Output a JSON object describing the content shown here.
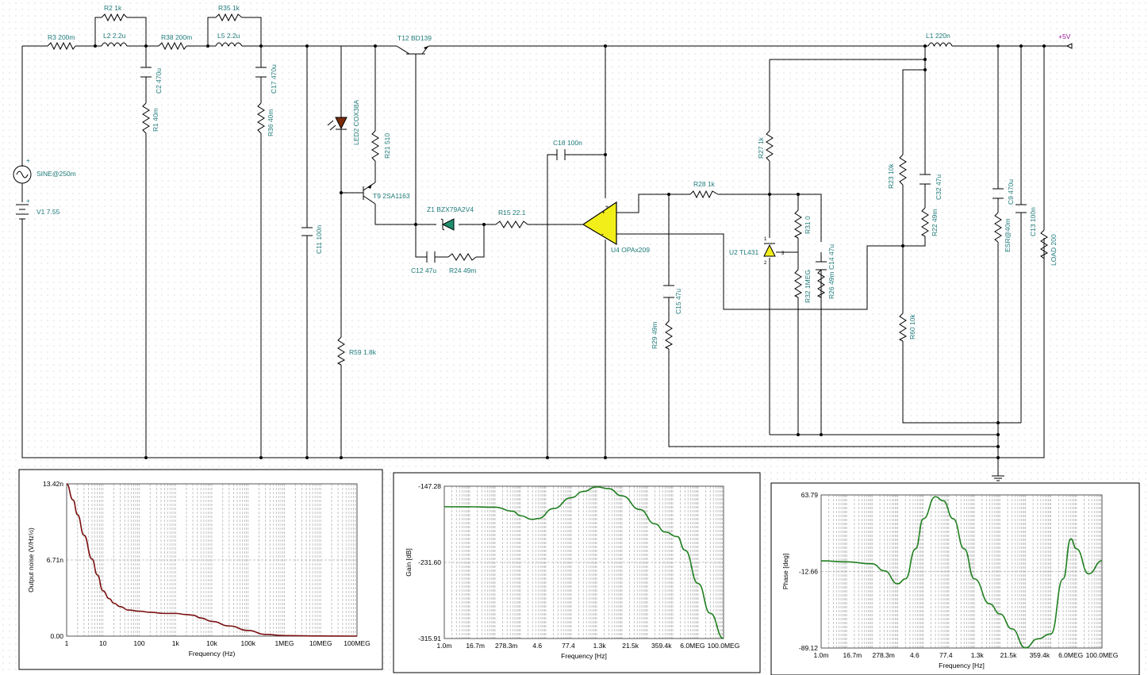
{
  "schematic": {
    "power_label": "+5V",
    "components": [
      {
        "id": "R3",
        "text": "R3 200m"
      },
      {
        "id": "R2",
        "text": "R2 1k"
      },
      {
        "id": "L2",
        "text": "L2 2.2u"
      },
      {
        "id": "R38",
        "text": "R38 200m"
      },
      {
        "id": "R35",
        "text": "R35 1k"
      },
      {
        "id": "L5",
        "text": "L5 2.2u"
      },
      {
        "id": "C2",
        "text": "C2 470u"
      },
      {
        "id": "R1",
        "text": "R1 40m"
      },
      {
        "id": "C17",
        "text": "C17 470u"
      },
      {
        "id": "R36",
        "text": "R36 40m"
      },
      {
        "id": "SINE",
        "text": "SINE@250m"
      },
      {
        "id": "V1",
        "text": "V1 7.55"
      },
      {
        "id": "C11",
        "text": "C11 100n"
      },
      {
        "id": "LED2",
        "text": "LED2 COX38A"
      },
      {
        "id": "R21",
        "text": "R21 510"
      },
      {
        "id": "T12",
        "text": "T12 BD139"
      },
      {
        "id": "T9",
        "text": "T9 2SA1163"
      },
      {
        "id": "R59",
        "text": "R59 1.8k"
      },
      {
        "id": "Z1",
        "text": "Z1 BZX79A2V4"
      },
      {
        "id": "R15",
        "text": "R15 22.1"
      },
      {
        "id": "C12",
        "text": "C12 47u"
      },
      {
        "id": "R24",
        "text": "R24 49m"
      },
      {
        "id": "C18",
        "text": "C18 100n"
      },
      {
        "id": "U4",
        "text": "U4 OPAx209"
      },
      {
        "id": "R28",
        "text": "R28 1k"
      },
      {
        "id": "R27",
        "text": "R27 1k"
      },
      {
        "id": "R31",
        "text": "R31 0"
      },
      {
        "id": "U2",
        "text": "U2 TL431"
      },
      {
        "id": "R32",
        "text": "R32 1MEG"
      },
      {
        "id": "R26",
        "text": "R26 49m"
      },
      {
        "id": "C14",
        "text": "C14 47u"
      },
      {
        "id": "C15",
        "text": "C15 47u"
      },
      {
        "id": "R29",
        "text": "R29 49m"
      },
      {
        "id": "L1",
        "text": "L1 220n"
      },
      {
        "id": "R23",
        "text": "R23 10k"
      },
      {
        "id": "C32",
        "text": "C32 47u"
      },
      {
        "id": "R22",
        "text": "R22 49m"
      },
      {
        "id": "R60",
        "text": "R60 10k"
      },
      {
        "id": "C9",
        "text": "C9 470u"
      },
      {
        "id": "ESR",
        "text": "ESR@40m"
      },
      {
        "id": "C13",
        "text": "C13 100n"
      },
      {
        "id": "LOAD",
        "text": "LOAD 200"
      }
    ],
    "pin_marks": [
      "+",
      "-",
      "+",
      "-",
      "1",
      "2",
      "3"
    ]
  },
  "chart_data": [
    {
      "type": "line",
      "xlabel": "Frequency (Hz)",
      "ylabel": "Output noise (V/Hz½)",
      "x_scale": "log",
      "x_ticks": [
        "1",
        "10",
        "100",
        "1k",
        "10k",
        "100k",
        "1MEG",
        "10MEG",
        "100MEG"
      ],
      "y_ticks": [
        "13.42n",
        "6.71n",
        "0.00"
      ],
      "ylim": [
        0,
        13.42
      ],
      "color": "#7a1010",
      "series": [
        {
          "x": [
            1,
            1.5,
            2,
            3,
            5,
            7,
            10,
            15,
            20,
            30,
            50,
            100,
            200,
            500,
            1000,
            2000,
            3000,
            5000,
            10000,
            30000,
            100000,
            300000,
            1000000,
            10000000,
            100000000
          ],
          "y": [
            13.42,
            12.0,
            10.7,
            8.9,
            6.8,
            5.4,
            4.0,
            3.3,
            2.9,
            2.6,
            2.3,
            2.2,
            2.1,
            2.0,
            2.0,
            1.9,
            1.85,
            1.6,
            1.3,
            0.9,
            0.5,
            0.15,
            0.05,
            0.01,
            0.0
          ]
        }
      ]
    },
    {
      "type": "line",
      "xlabel": "Frequency [Hz]",
      "ylabel": "Gain [dB]",
      "x_scale": "log",
      "x_ticks": [
        "1.0m",
        "16.7m",
        "278.3m",
        "4.6",
        "77.4",
        "1.3k",
        "21.5k",
        "359.4k",
        "6.0MEG",
        "100.0MEG"
      ],
      "y_ticks": [
        "-147.28",
        "-231.60",
        "-315.91"
      ],
      "ylim": [
        -315.91,
        -147.28
      ],
      "color": "#1f7f1f",
      "series": [
        {
          "x": [
            0.001,
            0.01,
            0.1,
            0.5,
            1,
            3,
            5,
            20,
            100,
            300,
            1000,
            3000,
            10000,
            50000,
            200000,
            500000,
            1500000,
            3000000,
            10000000,
            30000000,
            100000000
          ],
          "y": [
            -170,
            -170,
            -170.5,
            -175,
            -180,
            -184,
            -183,
            -172,
            -160,
            -153,
            -148,
            -150,
            -158,
            -173,
            -189,
            -198,
            -203,
            -218,
            -255,
            -288,
            -315.91
          ]
        }
      ]
    },
    {
      "type": "line",
      "xlabel": "Frequency [Hz]",
      "ylabel": "Phase [deg]",
      "x_scale": "log",
      "x_ticks": [
        "1.0m",
        "16.7m",
        "278.3m",
        "4.6",
        "77.4",
        "1.3k",
        "21.5k",
        "359.4k",
        "6.0MEG",
        "100.0MEG"
      ],
      "y_ticks": [
        "63.79",
        "-12.66",
        "-89.12"
      ],
      "ylim": [
        -89.12,
        63.79
      ],
      "color": "#1f7f1f",
      "series": [
        {
          "x": [
            0.001,
            0.01,
            0.1,
            0.3,
            1,
            2,
            5,
            10,
            30,
            60,
            150,
            400,
            1000,
            4000,
            10000,
            30000,
            100000,
            300000,
            1000000,
            3000000,
            6000000,
            10000000,
            30000000,
            100000000
          ],
          "y": [
            -2,
            -3,
            -5,
            -12,
            -25,
            -20,
            10,
            40,
            62,
            58,
            40,
            10,
            -20,
            -45,
            -55,
            -70,
            -89,
            -80,
            -75,
            -20,
            20,
            10,
            -15,
            -2
          ]
        }
      ]
    }
  ]
}
